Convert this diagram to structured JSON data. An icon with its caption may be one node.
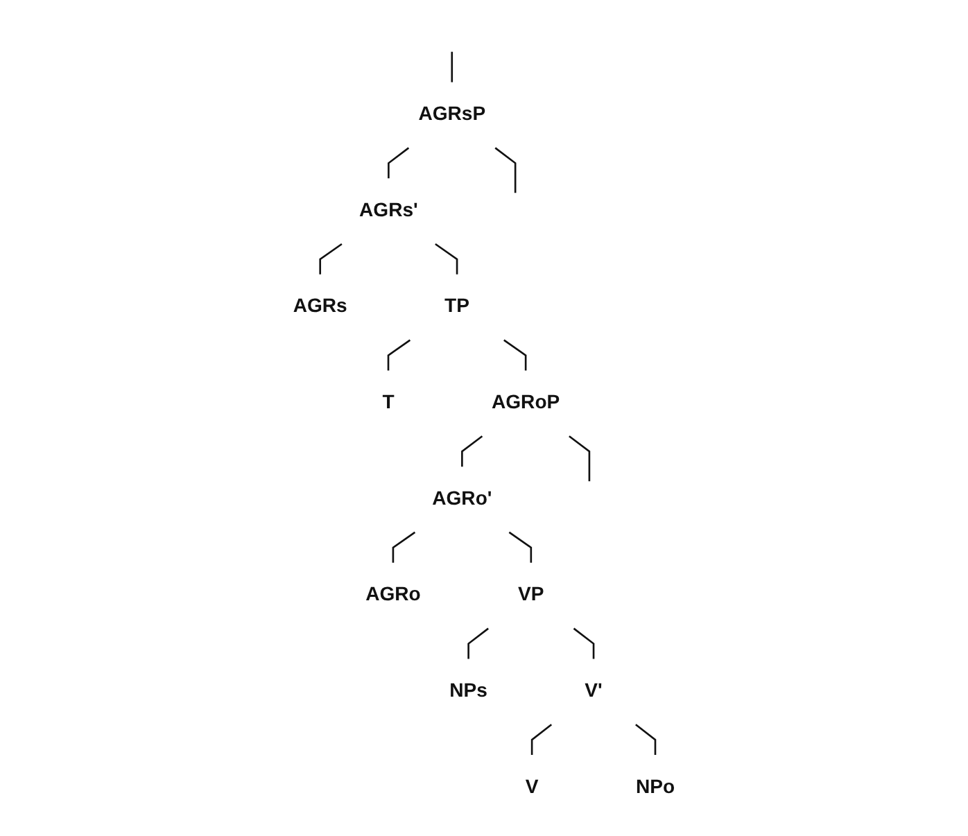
{
  "diagram": {
    "nodes": [
      {
        "text": [
          "AGRsP"
        ]
      },
      {
        "text": [
          "AGRs'"
        ]
      },
      {
        "text": [
          "AGRs"
        ]
      },
      {
        "text": [
          "TP"
        ]
      },
      {
        "text": [
          "T"
        ]
      },
      {
        "text": [
          "AGRoP"
        ]
      },
      {
        "text": [
          "AGRo'"
        ]
      },
      {
        "text": [
          "AGRo"
        ]
      },
      {
        "text": [
          "VP"
        ]
      },
      {
        "text": [
          "NPs"
        ]
      },
      {
        "text": [
          "V'"
        ]
      },
      {
        "text": [
          "V"
        ]
      },
      {
        "text": [
          "NPo"
        ]
      }
    ],
    "edges": [
      {
        "from": null,
        "to": 0,
        "arrow": "none"
      },
      {
        "from": 0,
        "to": null,
        "arrow": "none"
      },
      {
        "from": 0,
        "to": 1,
        "arrow": "none"
      },
      {
        "from": 1,
        "to": 2,
        "arrow": "none"
      },
      {
        "from": 1,
        "to": 3,
        "arrow": "none"
      },
      {
        "from": 3,
        "to": 4,
        "arrow": "none"
      },
      {
        "from": 3,
        "to": 5,
        "arrow": "none"
      },
      {
        "from": 5,
        "to": null,
        "arrow": "none"
      },
      {
        "from": 5,
        "to": 6,
        "arrow": "none"
      },
      {
        "from": 6,
        "to": 7,
        "arrow": "none"
      },
      {
        "from": 6,
        "to": 8,
        "arrow": "none"
      },
      {
        "from": 8,
        "to": 9,
        "arrow": "none"
      },
      {
        "from": 8,
        "to": 10,
        "arrow": "none"
      },
      {
        "from": 10,
        "to": 11,
        "arrow": "none"
      },
      {
        "from": 10,
        "to": 12,
        "arrow": "none"
      }
    ]
  }
}
